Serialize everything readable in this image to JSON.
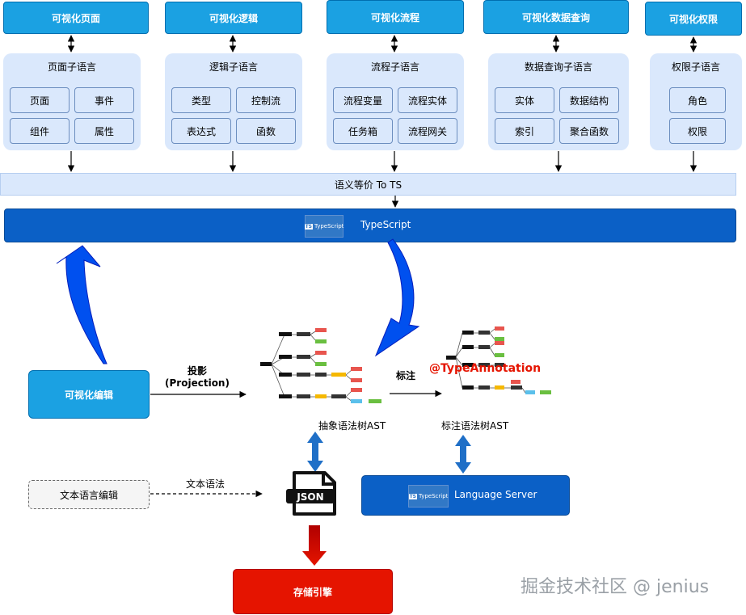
{
  "categories": [
    {
      "title": "可视化页面",
      "panel_title": "页面子语言",
      "items": [
        "页面",
        "事件",
        "组件",
        "属性"
      ]
    },
    {
      "title": "可视化逻辑",
      "panel_title": "逻辑子语言",
      "items": [
        "类型",
        "控制流",
        "表达式",
        "函数"
      ]
    },
    {
      "title": "可视化流程",
      "panel_title": "流程子语言",
      "items": [
        "流程变量",
        "流程实体",
        "任务箱",
        "流程网关"
      ]
    },
    {
      "title": "可视化数据查询",
      "panel_title": "数据查询子语言",
      "items": [
        "实体",
        "数据结构",
        "索引",
        "聚合函数"
      ]
    },
    {
      "title": "可视化权限",
      "panel_title": "权限子语言",
      "items": [
        "角色",
        "权限"
      ]
    }
  ],
  "semantic_band": "语义等价 To TS",
  "typescript_bar": "TypeScript",
  "ts_logo_text": "TypeScript",
  "ts_logo_mark": "TS",
  "visual_edit": "可视化编辑",
  "projection_label_line1": "投影",
  "projection_label_line2": "(Projection)",
  "ast_label": "抽象语法树AST",
  "annotation_label": "标注",
  "type_annotation": "@TypeAnnotation",
  "annotated_ast_label": "标注语法树AST",
  "text_edit": "文本语言编辑",
  "text_grammar": "文本语法",
  "json_label": "JSON",
  "language_server": "Language Server",
  "storage_engine": "存储引擎",
  "watermark": "掘金技术社区 @ jenius",
  "colors": {
    "category_fill": "#1ba1e2",
    "panel_fill": "#dae8fc",
    "typescript_fill": "#0b60c6",
    "storage_fill": "#e51400",
    "annotation_text": "#e51400",
    "big_arrow": "#0050ef"
  }
}
